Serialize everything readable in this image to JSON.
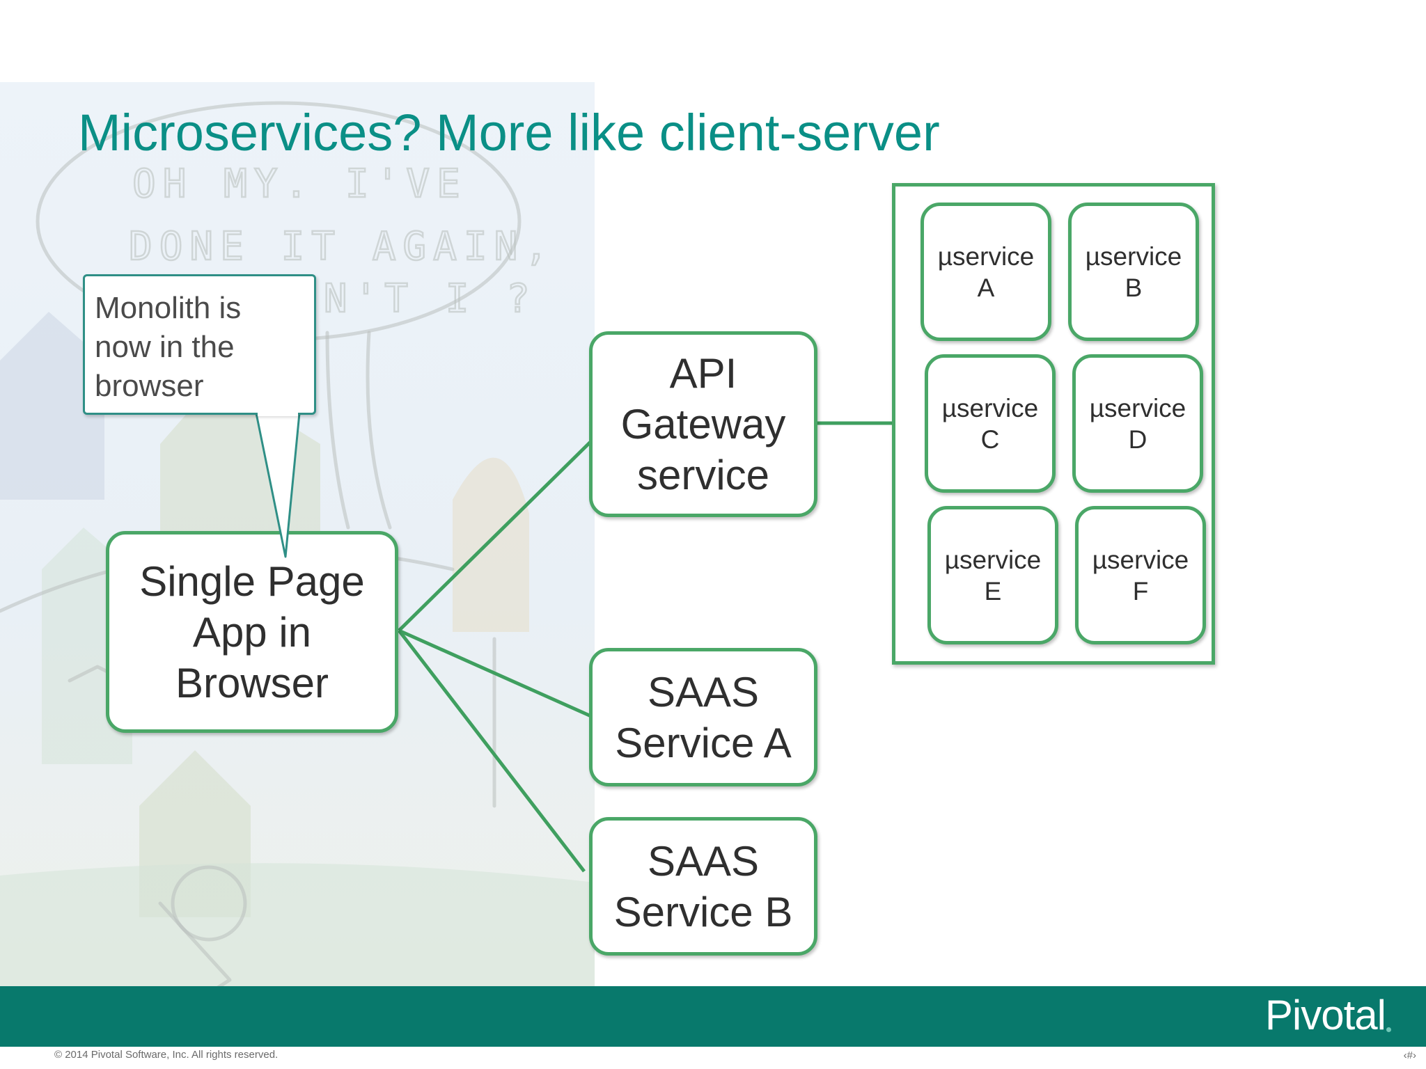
{
  "title": "Microservices? More like client-server",
  "callout": {
    "text": "Monolith is\nnow in the\nbrowser"
  },
  "nodes": {
    "spa": "Single Page\nApp in\nBrowser",
    "gateway": "API\nGateway\nservice",
    "saas_a": "SAAS\nService A",
    "saas_b": "SAAS\nService B"
  },
  "microservices": [
    "µservice\nA",
    "µservice\nB",
    "µservice\nC",
    "µservice\nD",
    "µservice\nE",
    "µservice\nF"
  ],
  "background_comic": {
    "speech_line_1": "OH MY. I'VE",
    "speech_line_2": "DONE IT AGAIN,",
    "speech_line_3": "HAVEN'T I ?"
  },
  "footer": {
    "logo": "Pivotal",
    "copyright": "©  2014 Pivotal Software, Inc.  All rights reserved.",
    "page_number": "‹#›"
  },
  "colors": {
    "title": "#0a8f86",
    "box_border": "#4aa767",
    "connector": "#3f9f5f",
    "footer_bar": "#08796c",
    "callout_border": "#2f8f86"
  }
}
